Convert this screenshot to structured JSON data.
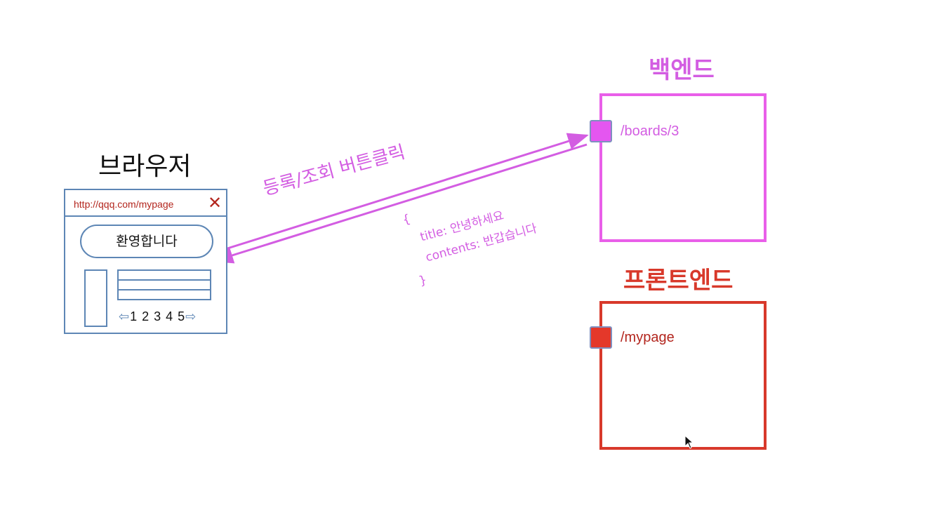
{
  "browser": {
    "title": "브라우저",
    "url": "http://qqq.com/mypage",
    "welcome": "환영합니다",
    "pages": "1 2 3 4 5"
  },
  "request": {
    "action_label": "등록/조회 버튼클릭",
    "payload": {
      "open": "{",
      "title_line": "title: 안녕하세요",
      "contents_line": "contents: 반갑습니다",
      "close": "}"
    }
  },
  "backend": {
    "title": "백엔드",
    "route": "/boards/3",
    "color": "#e95fe9"
  },
  "frontend": {
    "title": "프론트엔드",
    "route": "/mypage",
    "color": "#d8392b"
  },
  "icons": {
    "close": "close-icon",
    "pager_left": "arrow-left-icon",
    "pager_right": "arrow-right-icon",
    "cursor": "cursor-icon"
  }
}
